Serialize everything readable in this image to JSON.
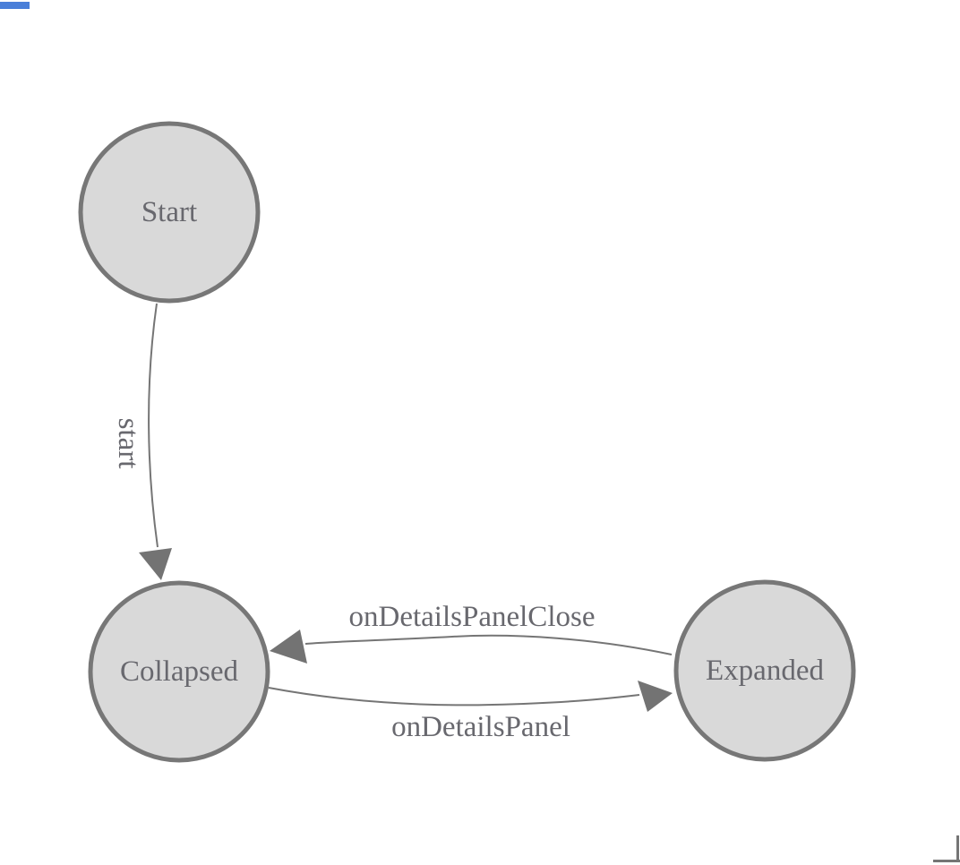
{
  "diagram": {
    "type": "state-machine",
    "nodes": [
      {
        "id": "start",
        "label": "Start"
      },
      {
        "id": "collapsed",
        "label": "Collapsed"
      },
      {
        "id": "expanded",
        "label": "Expanded"
      }
    ],
    "edges": [
      {
        "from": "start",
        "to": "collapsed",
        "label": "start",
        "label_rotated": true
      },
      {
        "from": "expanded",
        "to": "collapsed",
        "label": "onDetailsPanelClose",
        "label_rotated": false
      },
      {
        "from": "collapsed",
        "to": "expanded",
        "label": "onDetailsPanel",
        "label_rotated": false
      }
    ],
    "colors": {
      "background": "#ffffff",
      "node_fill": "#d9d9d9",
      "node_border": "#777777",
      "edge_line": "#757575",
      "arrowhead": "#737373",
      "label_text": "#68686e",
      "corner_mark": "#757575",
      "top_left_bar": "#4a7fd9"
    }
  }
}
